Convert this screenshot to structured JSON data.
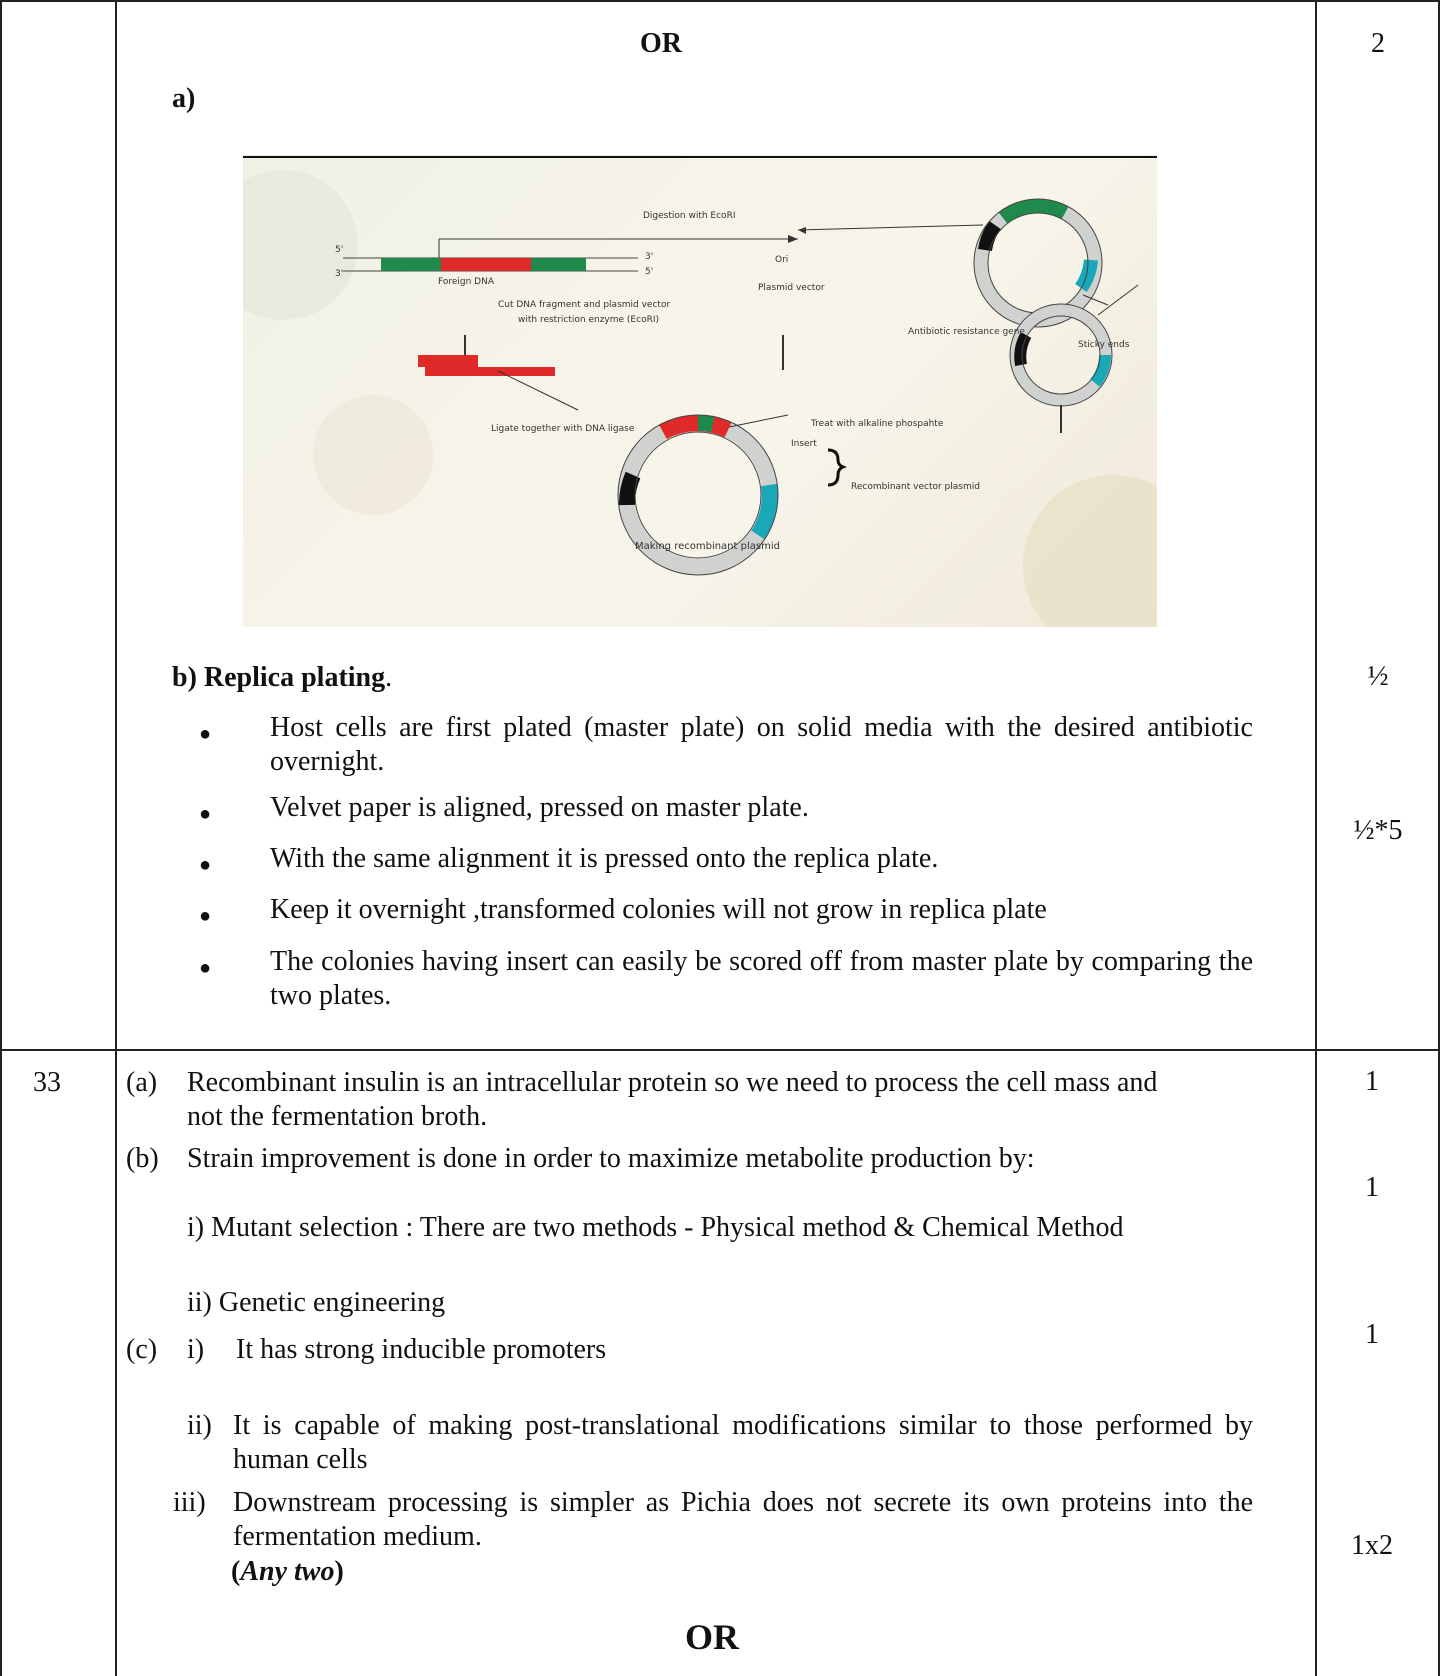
{
  "top_or": "OR",
  "part_a_label": "a)",
  "marks": {
    "m1": "2",
    "m2": "½",
    "m3": "½*5",
    "q33_a": "1",
    "q33_b": "1",
    "q33_c": "1",
    "q33_any": "1x2"
  },
  "figure": {
    "labels": {
      "digestion": "Digestion with EcoRI",
      "five_prime_left": "5'",
      "three_prime_left": "3'",
      "three_prime_right": "3'",
      "five_prime_right": "5'",
      "foreign_dna": "Foreign DNA",
      "ori": "Ori",
      "plasmid_vector": "Plasmid vector",
      "cut_line1": "Cut DNA fragment and plasmid vector",
      "cut_line2": "with restriction enzyme (EcoRI)",
      "antibiotic": "Antibiotic resistance gene",
      "sticky_ends": "Sticky ends",
      "ligate": "Ligate together with DNA ligase",
      "alkaline": "Treat with alkaline phospahte",
      "insert": "Insert",
      "recombinant_vector": "Recombinant vector plasmid",
      "making": "Making recombinant plasmid"
    },
    "colors": {
      "dna_green": "#1f8a4c",
      "dna_red": "#e02a2a",
      "cyan": "#1aa7b8",
      "black": "#111111"
    }
  },
  "part_b": {
    "title": "b) Replica plating",
    "title_suffix": ".",
    "bullets": [
      "Host cells are first plated (master plate) on solid media with the desired antibiotic overnight.",
      "Velvet paper is aligned, pressed on master plate.",
      "With the same alignment it is pressed onto the replica plate.",
      " Keep it overnight ,transformed colonies will not grow in replica plate",
      "The colonies  having   insert can easily be scored off from master plate  by comparing the two plates."
    ]
  },
  "q33": {
    "number": "33",
    "a_label": "(a)",
    "a_text": "Recombinant insulin is an intracellular protein so we need to   process the cell mass and not the fermentation broth.",
    "b_label": "(b)",
    "b_text": "Strain improvement is done in order to maximize metabolite production by:",
    "b_i": "i) Mutant selection :  There are two methods - Physical method  & Chemical Method",
    "b_ii": "ii) Genetic engineering",
    "c_label": "(c)",
    "c_i_num": "i)",
    "c_i": "It has strong inducible promoters",
    "c_ii_num": "ii)",
    "c_ii": "It is capable of making post-translational modifications similar to those performed by human cells",
    "c_iii_num": "iii)",
    "c_iii": "Downstream processing is simpler as Pichia does not secrete its own proteins into the fermentation medium.",
    "any_two": "Any two",
    "bottom_or": "OR"
  }
}
